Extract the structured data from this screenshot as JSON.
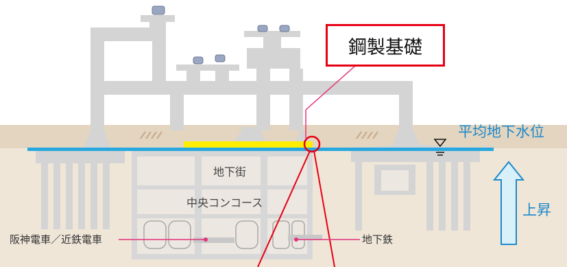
{
  "callout_label": "鋼製基礎",
  "water_level_label": "平均地下水位",
  "rise_label": "上昇",
  "underground_levels": {
    "upper": "地下街",
    "middle": "中央コンコース"
  },
  "railways": {
    "left": "阪神電車／近鉄電車",
    "right": "地下鉄"
  },
  "colors": {
    "callout_border": "#e60012",
    "water_line": "#29a8e0",
    "water_label": "#1e88c8",
    "concrete": "#d4d4d4",
    "soil": "#efe6d8",
    "highlight": "#ffee00",
    "leader_line": "#e4327a",
    "rise_arrow_fill": "#d8f0fa",
    "rise_arrow_stroke": "#1e88c8"
  },
  "icons": [
    "water-level-symbol-icon",
    "car-icon",
    "rise-arrow-icon"
  ]
}
